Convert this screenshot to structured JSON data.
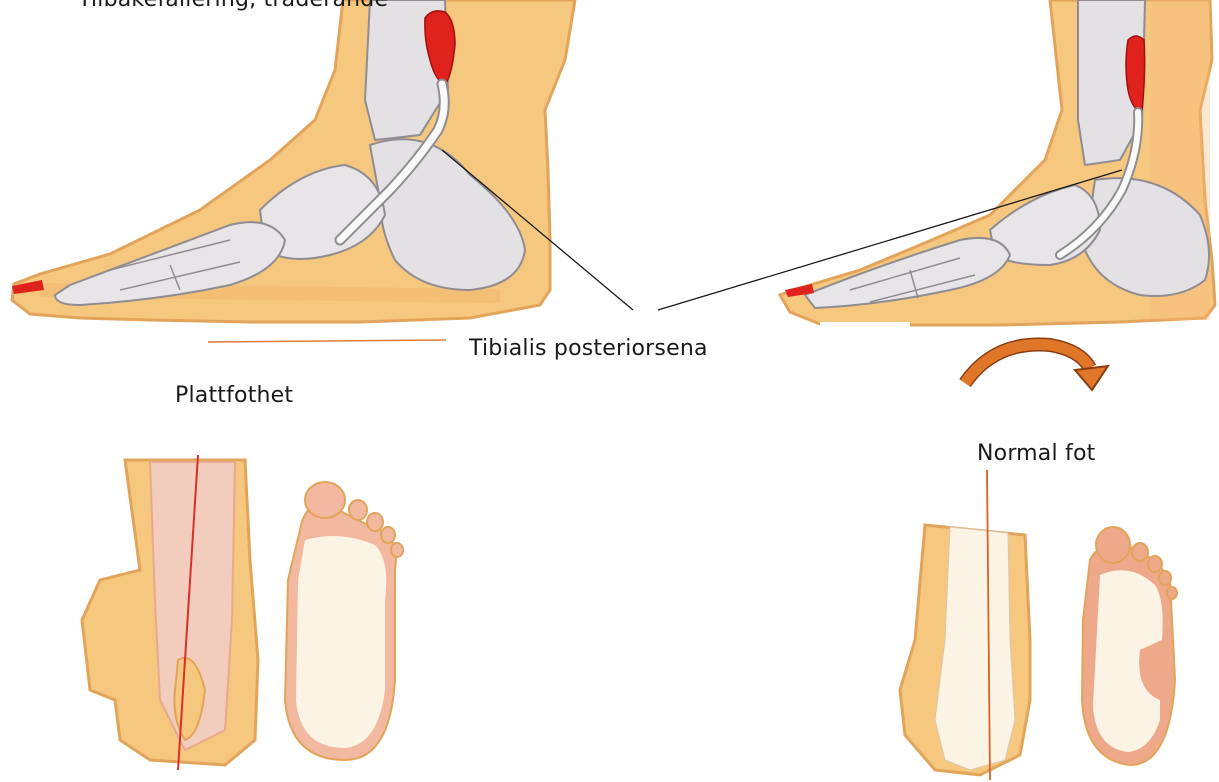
{
  "labels": {
    "top_cut_text": "Tilbakefallering, traderande",
    "tendon": "Tibialis posteriorsena",
    "flat_foot": "Plattfothet",
    "normal_foot": "Normal fot"
  },
  "colors": {
    "skin": "#f6c77f",
    "skin_edge": "#e2a45a",
    "bone": "#e4e1e4",
    "bone_edge": "#8f8c92",
    "muscle": "#e0221c",
    "tendon": "#fafafa",
    "arrow": "#e07628",
    "guide_line": "#e07a3a",
    "sole": "#fbf3e3",
    "sole_pad": "#eea88a"
  },
  "icons": {
    "rotate_arrow": "curved-arrow-right-icon"
  }
}
